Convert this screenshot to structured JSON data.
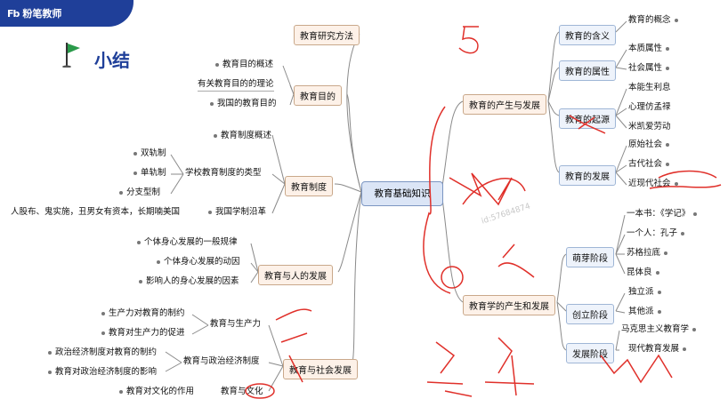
{
  "header": {
    "logo_mark": "Fb",
    "logo_text": "粉笔教师",
    "title": "小结"
  },
  "center": "教育基础知识",
  "left": {
    "method": "教育研究方法",
    "aim": {
      "label": "教育目的",
      "items": [
        "教育目的概述",
        "有关教育目的的理论",
        "我国的教育目的"
      ]
    },
    "system": {
      "label": "教育制度",
      "items": [
        "教育制度概述",
        "学校教育制度的类型",
        "我国学制沿革"
      ],
      "types": [
        "双轨制",
        "单轨制",
        "分支型制"
      ],
      "history": "人股布、鬼实施，丑男女有资本，长期喃美国"
    },
    "person": {
      "label": "教育与人的发展",
      "items": [
        "个体身心发展的一般规律",
        "个体身心发展的动因",
        "影响人的身心发展的因素"
      ]
    },
    "society": {
      "label": "教育与社会发展",
      "prod": {
        "label": "教育与生产力",
        "items": [
          "生产力对教育的制约",
          "教育对生产力的促进"
        ]
      },
      "econ": {
        "label": "教育与政治经济制度",
        "items": [
          "政治经济制度对教育的制约",
          "教育对政治经济制度的影响"
        ]
      },
      "culture": {
        "label": "教育与文化",
        "items": [
          "教育对文化的作用"
        ]
      }
    }
  },
  "right": {
    "origin": {
      "label": "教育的产生与发展",
      "meaning": {
        "label": "教育的含义",
        "items": [
          "教育的概念"
        ]
      },
      "attr": {
        "label": "教育的属性",
        "items": [
          "本质属性",
          "社会属性"
        ]
      },
      "source": {
        "label": "教育的起源",
        "items": [
          "本能生利息",
          "心理仿孟禄",
          "米凯爱劳动"
        ]
      },
      "develop": {
        "label": "教育的发展",
        "items": [
          "原始社会",
          "古代社会",
          "近现代社会"
        ]
      }
    },
    "pedagogy": {
      "label": "教育学的产生和发展",
      "bud": {
        "label": "萌芽阶段",
        "items": [
          "一本书：《学记》",
          "一个人：孔子",
          "苏格拉底",
          "昆体良"
        ]
      },
      "create": {
        "label": "创立阶段",
        "items": [
          "独立派",
          "其他派"
        ]
      },
      "dev": {
        "label": "发展阶段",
        "items": [
          "马克思主义教育学",
          "现代教育发展"
        ]
      }
    }
  },
  "watermark": "id:57684874"
}
